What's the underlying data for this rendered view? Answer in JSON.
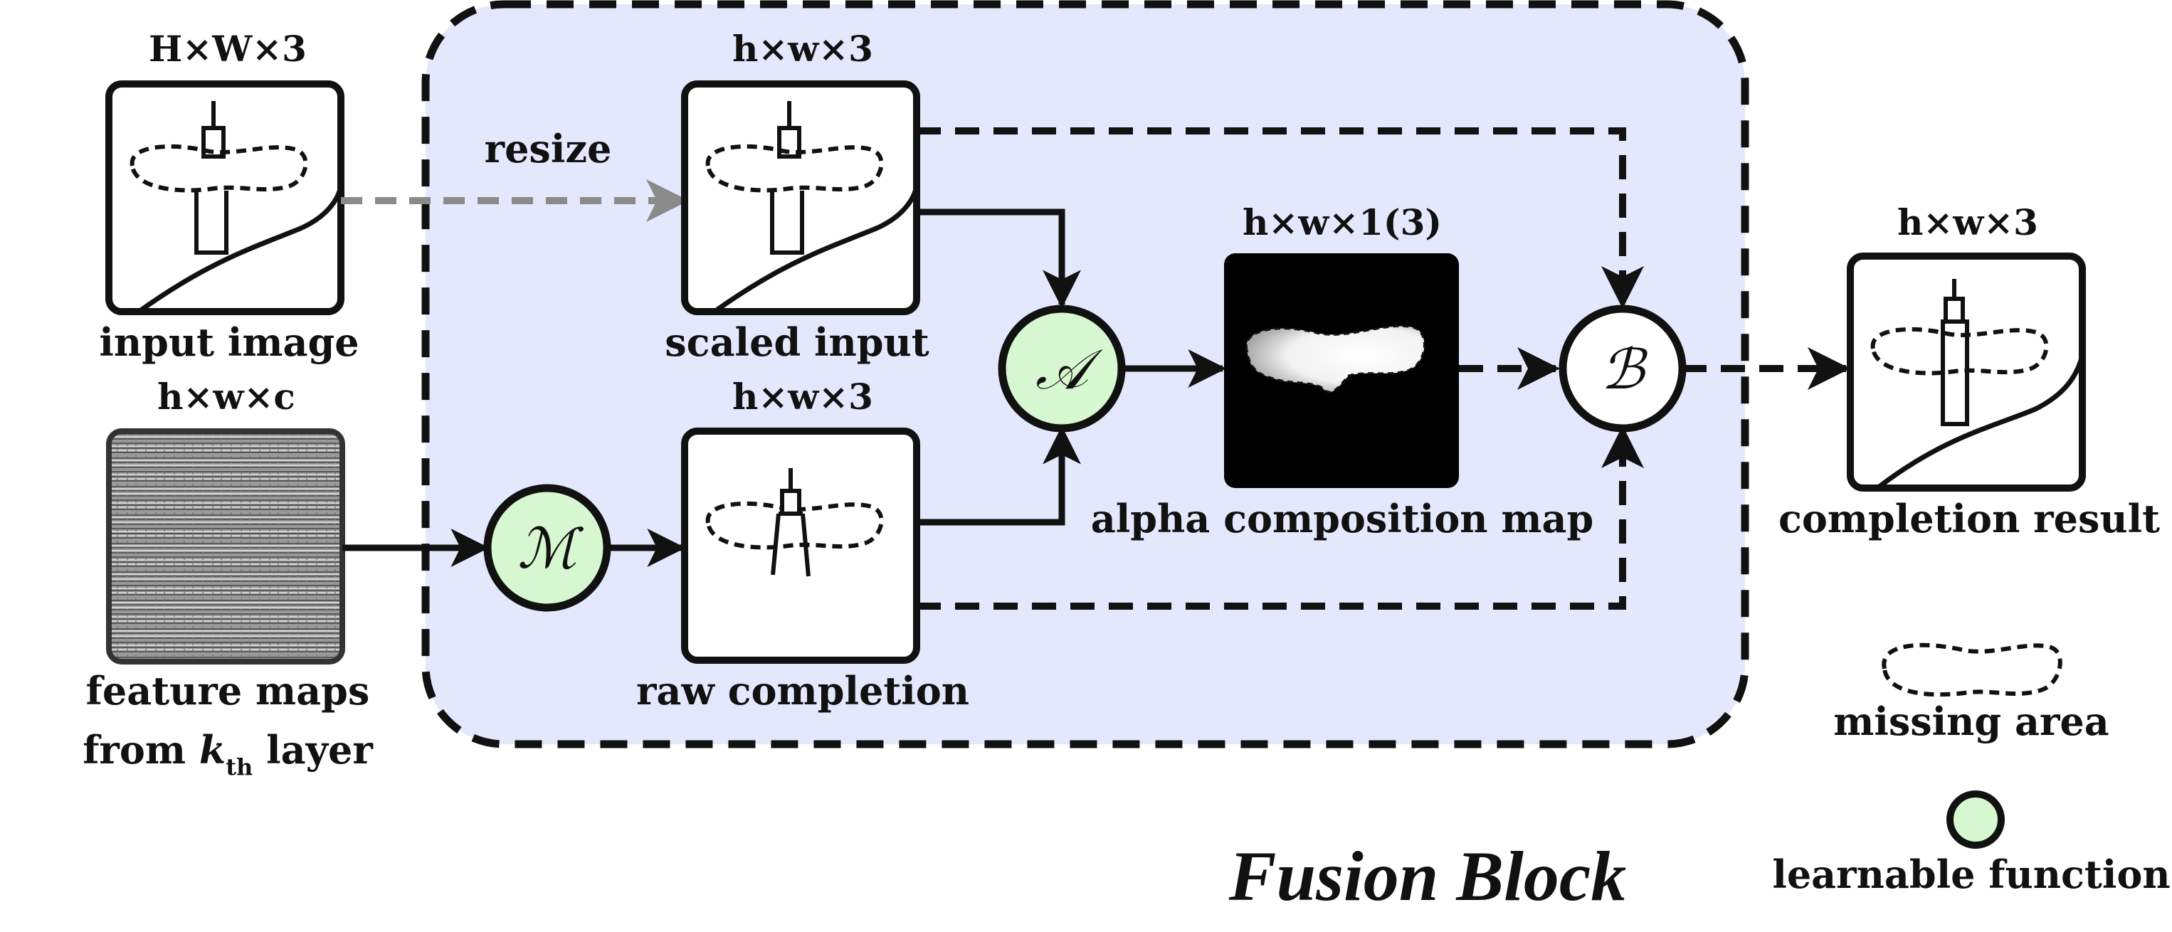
{
  "diagram": {
    "title": "Fusion Block",
    "input_image": {
      "dim": "H×W×3",
      "label": "input image"
    },
    "feature_maps": {
      "dim": "h×w×c",
      "label_line1": "feature maps",
      "label_from": "from ",
      "label_k": "k",
      "label_sub": "th",
      "label_end": " layer"
    },
    "resize_label": "resize",
    "scaled_input": {
      "dim": "h×w×3",
      "label": "scaled input"
    },
    "raw_completion": {
      "dim": "h×w×3",
      "label": "raw completion"
    },
    "alpha_map": {
      "dim": "h×w×1(3)",
      "label": "alpha composition map"
    },
    "completion_result": {
      "dim": "h×w×3",
      "label": "completion result"
    },
    "func_M": "ℳ",
    "func_A": "𝒜",
    "func_B": "ℬ",
    "legend": {
      "missing_area": "missing area",
      "learnable_function": "learnable function"
    },
    "colors": {
      "fusion_bg": "#e4e8fc",
      "learnable": "#d6f7cf",
      "stroke": "#111111",
      "resize_arrow": "#8a8a8a"
    }
  }
}
